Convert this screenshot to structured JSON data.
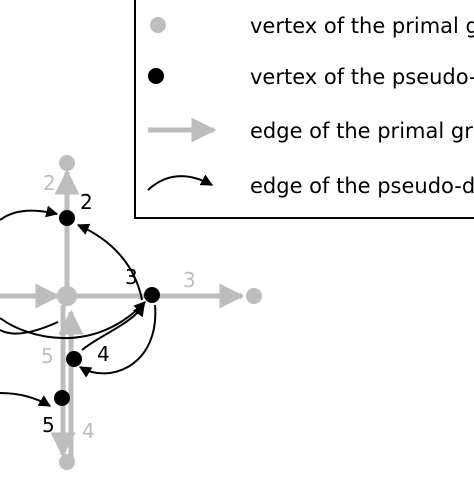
{
  "legend": {
    "items": [
      {
        "symbol": "gray-dot",
        "label": "vertex of the primal graph"
      },
      {
        "symbol": "black-dot",
        "label": "vertex of the pseudo-dual graph"
      },
      {
        "symbol": "gray-arrow",
        "label": "edge of the primal graph"
      },
      {
        "symbol": "black-curve",
        "label": "edge of the pseudo-dual graph"
      }
    ]
  },
  "diagram": {
    "primal_edge_labels": {
      "up": "2",
      "right": "3",
      "down_left": "5",
      "down_right": "4"
    },
    "dual_vertex_labels": {
      "v2": "2",
      "v3": "3",
      "v4": "4",
      "v5": "5"
    }
  },
  "colors": {
    "primal": "#bdbdbd",
    "dual": "#000000",
    "border": "#000000",
    "background": "#ffffff"
  }
}
